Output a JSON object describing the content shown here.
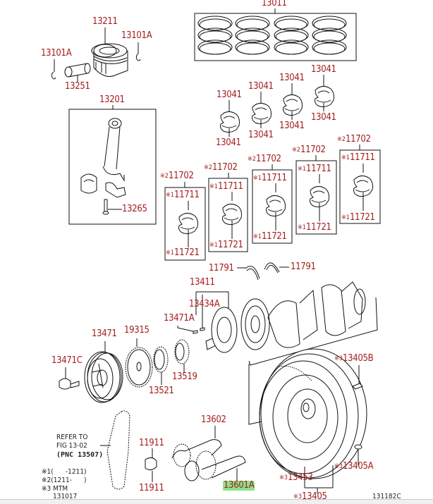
{
  "diagram": {
    "figure_id": "131182C",
    "highlight_color": "#8ee08a",
    "label_color": "#a31d1d",
    "labels": {
      "piston": "13211",
      "snap_ring_right": "13101A",
      "snap_ring_left": "13101A",
      "piston_pin": "13251",
      "ring_set": "13011",
      "conrod": "13201",
      "conrod_bolt": "13265",
      "conrod_bearing_1_top": "13041",
      "conrod_bearing_1_bot": "13041",
      "conrod_bearing_2_top": "13041",
      "conrod_bearing_2_bot": "13041",
      "conrod_bearing_3_top": "13041",
      "conrod_bearing_3_bot": "13041",
      "conrod_bearing_4_top": "13041",
      "conrod_bearing_4_bot": "13041",
      "thrust_washer_left": "11791",
      "thrust_washer_right": "11791",
      "crankshaft": "13411",
      "crank_key": "13434A",
      "pulley_key": "13471A",
      "pulley": "13471",
      "pulley_bolt": "13471C",
      "timing_rotor": "19315",
      "crank_gear": "13521",
      "crank_sprocket": "13519",
      "balance_shaft_bearing_top": "11911",
      "balance_shaft_bearing_bot": "11911",
      "balance_shaft_gear": "13602",
      "balance_shaft_assy": "13601A",
      "flywheel_bolt": "13405B",
      "flywheel_pin": "13405A",
      "ring_gear": "13453",
      "flywheel": "13405"
    },
    "main_bearings": [
      {
        "set": "11702",
        "upper": "11711",
        "lower": "11721",
        "set_mark": "※2",
        "part_mark": "※1"
      },
      {
        "set": "11702",
        "upper": "11711",
        "lower": "11721",
        "set_mark": "※2",
        "part_mark": "※1"
      },
      {
        "set": "11702",
        "upper": "11711",
        "lower": "11721",
        "set_mark": "※2",
        "part_mark": "※1"
      },
      {
        "set": "11702",
        "upper": "11711",
        "lower": "11721",
        "set_mark": "※2",
        "part_mark": "※1"
      },
      {
        "set": "11702",
        "upper": "11711",
        "lower": "11721",
        "set_mark": "※2",
        "part_mark": "※1"
      }
    ],
    "marks": {
      "m3": "※3"
    },
    "refer_note": {
      "line1": "REFER TO",
      "line2": "FIG 13-02",
      "line3": "(PNC 13507)"
    },
    "legend": [
      {
        "mark": "※1",
        "text": "(      -1211)"
      },
      {
        "mark": "※2",
        "text": "(1211-      )"
      },
      {
        "mark": "※3",
        "text": "MTM"
      }
    ],
    "legend_code": "131017"
  }
}
